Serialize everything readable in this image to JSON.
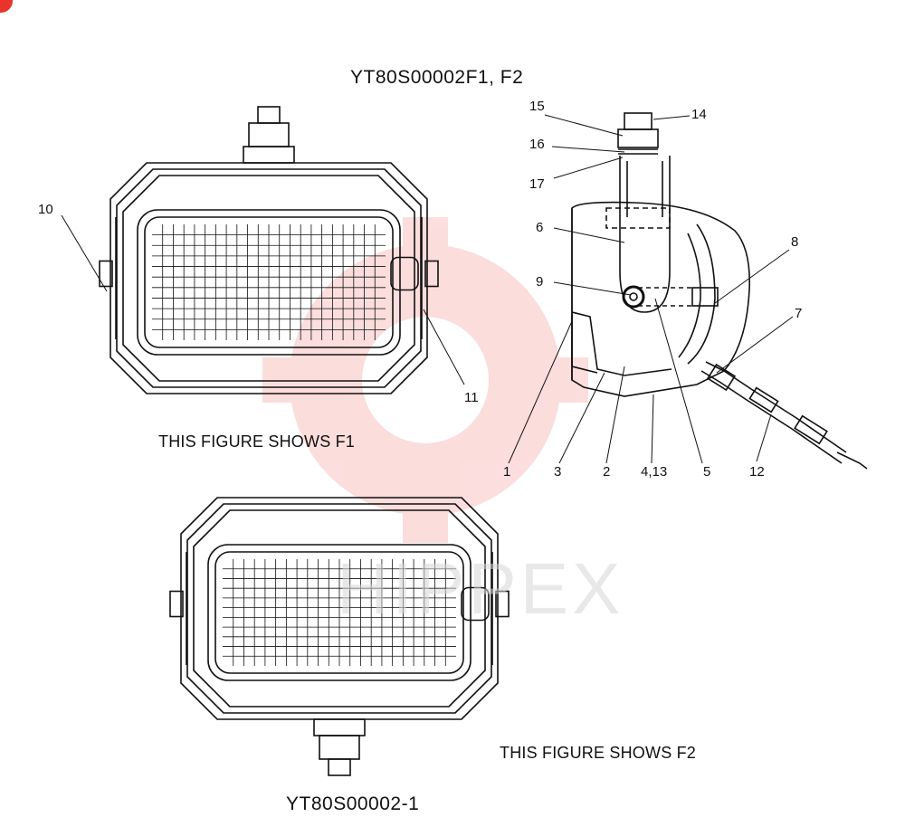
{
  "title_top": "YT80S00002F1, F2",
  "title_bottom": "YT80S00002-1",
  "caption_f1": "THIS FIGURE SHOWS  F1",
  "caption_f2": "THIS FIGURE SHOWS  F2",
  "watermark": {
    "text": "HIPPEX",
    "color": "#e8342c"
  },
  "callouts": {
    "c1": "1",
    "c2": "2",
    "c3": "3",
    "c413": "4,13",
    "c5": "5",
    "c6": "6",
    "c7": "7",
    "c8": "8",
    "c9": "9",
    "c10": "10",
    "c11": "11",
    "c12": "12",
    "c14": "14",
    "c15": "15",
    "c16": "16",
    "c17": "17"
  }
}
